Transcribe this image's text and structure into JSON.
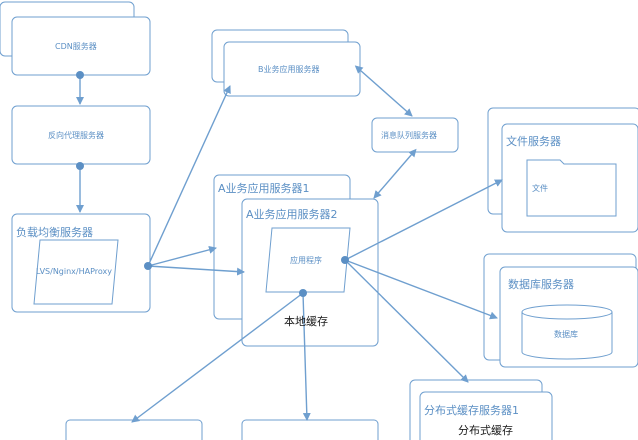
{
  "colors": {
    "stroke": "#6f9fcf",
    "dot": "#5b8fc4",
    "text": "#5b8fc4",
    "dark": "#1a1a1a"
  },
  "nodes": {
    "cdn": "CDN服务器",
    "reverse_proxy": "反向代理服务器",
    "load_balancer": "负载均衡服务器",
    "load_balancer_software": "LVS/Nginx/HAProxy",
    "b_app_server": "B业务应用服务器",
    "message_queue": "消息队列服务器",
    "a_app_server_1": "A业务应用服务器1",
    "a_app_server_2": "A业务应用服务器2",
    "application": "应用程序",
    "local_cache": "本地缓存",
    "file_server": "文件服务器",
    "file": "文件",
    "database_server": "数据库服务器",
    "database": "数据库",
    "distributed_cache_server": "分布式缓存服务器1",
    "distributed_cache": "分布式缓存"
  }
}
